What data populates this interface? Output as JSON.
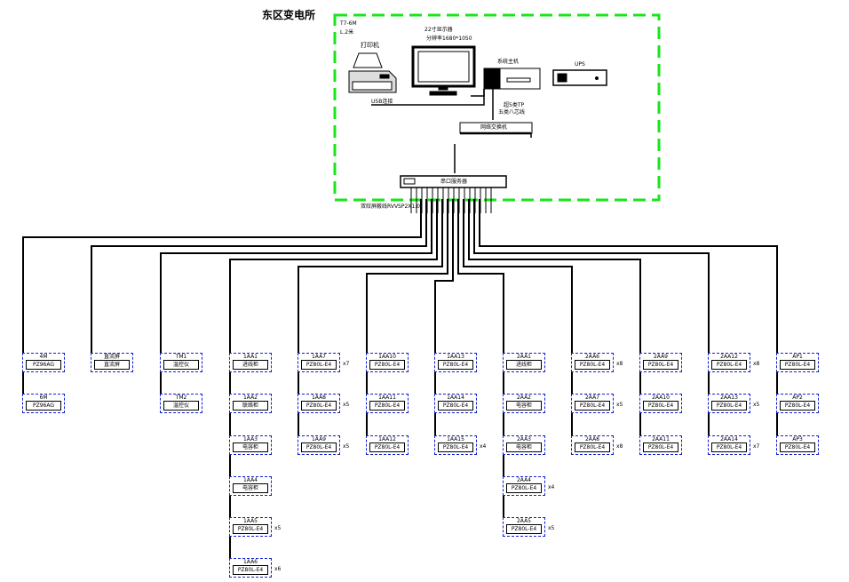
{
  "title": "东区变电所",
  "cabinet": {
    "note1": "T7-6M",
    "note2": "L.2米"
  },
  "equipment": {
    "monitor_label": "22寸显示器",
    "monitor_resolution": "分辨率1680*1050",
    "printer_label": "打印机",
    "host_label": "系统主机",
    "ups_label": "UPS",
    "printer_cable": "USB连接",
    "switch_cable_line1": "超5类TP",
    "switch_cable_line2": "五类八芯线",
    "network_switch": "网络交换机",
    "serial_server": "串口服务器",
    "bus_label": "双绞屏蔽线RVVSP2X1.0"
  },
  "columns": [
    {
      "devices": [
        {
          "top": "4M",
          "model": "PZ96AG",
          "tag": ""
        },
        {
          "top": "6M",
          "model": "PZ96AG",
          "tag": ""
        }
      ]
    },
    {
      "devices": [
        {
          "top": "直流屏",
          "model": "直流屏",
          "tag": ""
        }
      ]
    },
    {
      "devices": [
        {
          "top": "TM1",
          "model": "温控仪",
          "tag": ""
        },
        {
          "top": "TM2",
          "model": "温控仪",
          "tag": ""
        }
      ]
    },
    {
      "devices": [
        {
          "top": "1AA1",
          "model": "进线柜",
          "tag": ""
        },
        {
          "top": "1AA2",
          "model": "联络柜",
          "tag": ""
        },
        {
          "top": "1AA3",
          "model": "电容柜",
          "tag": ""
        },
        {
          "top": "1AA4",
          "model": "电容柜",
          "tag": ""
        },
        {
          "top": "1AA5",
          "model": "PZ80L-E4",
          "tag": "x5"
        },
        {
          "top": "1AA6",
          "model": "PZ80L-E4",
          "tag": "x6"
        }
      ]
    },
    {
      "devices": [
        {
          "top": "1AA7",
          "model": "PZ80L-E4",
          "tag": "x7"
        },
        {
          "top": "1AA8",
          "model": "PZ80L-E4",
          "tag": "x5"
        },
        {
          "top": "1AA9",
          "model": "PZ80L-E4",
          "tag": "x5"
        }
      ]
    },
    {
      "devices": [
        {
          "top": "1AA10",
          "model": "PZ80L-E4",
          "tag": ""
        },
        {
          "top": "1AA11",
          "model": "PZ80L-E4",
          "tag": ""
        },
        {
          "top": "1AA12",
          "model": "PZ80L-E4",
          "tag": ""
        }
      ]
    },
    {
      "devices": [
        {
          "top": "1AA13",
          "model": "PZ80L-E4",
          "tag": ""
        },
        {
          "top": "1AA14",
          "model": "PZ80L-E4",
          "tag": ""
        },
        {
          "top": "1AA15",
          "model": "PZ80L-E4",
          "tag": "x4"
        }
      ]
    },
    {
      "devices": [
        {
          "top": "2AA1",
          "model": "进线柜",
          "tag": ""
        },
        {
          "top": "2AA2",
          "model": "电容柜",
          "tag": ""
        },
        {
          "top": "2AA3",
          "model": "电容柜",
          "tag": ""
        },
        {
          "top": "2AA4",
          "model": "PZ80L-E4",
          "tag": "x4"
        },
        {
          "top": "2AA5",
          "model": "PZ80L-E4",
          "tag": "x5"
        }
      ]
    },
    {
      "devices": [
        {
          "top": "2AA6",
          "model": "PZ80L-E4",
          "tag": "x8"
        },
        {
          "top": "2AA7",
          "model": "PZ80L-E4",
          "tag": "x5"
        },
        {
          "top": "2AA8",
          "model": "PZ80L-E4",
          "tag": "x8"
        }
      ]
    },
    {
      "devices": [
        {
          "top": "2AA9",
          "model": "PZ80L-E4",
          "tag": ""
        },
        {
          "top": "2AA10",
          "model": "PZ80L-E4",
          "tag": ""
        },
        {
          "top": "2AA11",
          "model": "PZ80L-E4",
          "tag": ""
        }
      ]
    },
    {
      "devices": [
        {
          "top": "2AA12",
          "model": "PZ80L-E4",
          "tag": "x8"
        },
        {
          "top": "2AA13",
          "model": "PZ80L-E4",
          "tag": "x5"
        },
        {
          "top": "2AA14",
          "model": "PZ80L-E4",
          "tag": "x7"
        }
      ]
    },
    {
      "devices": [
        {
          "top": "AP1",
          "model": "PZ80L-E4",
          "tag": ""
        },
        {
          "top": "AP2",
          "model": "PZ80L-E4",
          "tag": ""
        },
        {
          "top": "AP3",
          "model": "PZ80L-E4",
          "tag": ""
        }
      ]
    }
  ]
}
